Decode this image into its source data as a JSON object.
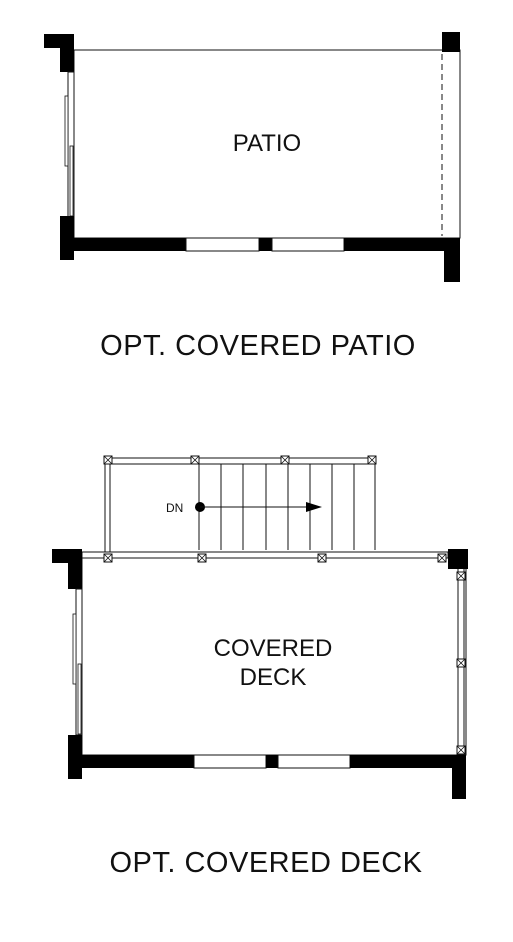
{
  "patio_plan": {
    "room_label": "PATIO",
    "caption": "OPT. COVERED PATIO"
  },
  "deck_plan": {
    "room_label_line1": "COVERED",
    "room_label_line2": "DECK",
    "stair_label": "DN",
    "caption": "OPT. COVERED DECK"
  },
  "colors": {
    "wall": "#000000",
    "line": "#111111",
    "background": "#ffffff"
  }
}
